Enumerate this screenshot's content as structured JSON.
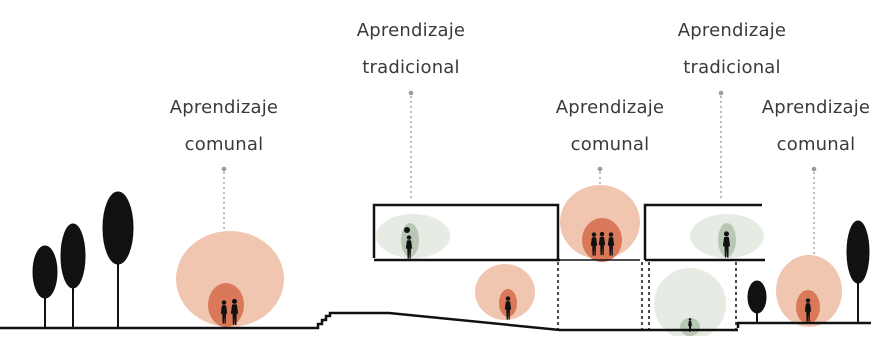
{
  "labels": [
    {
      "line1": "Aprendizaje",
      "line2": "comunal"
    },
    {
      "line1": "Aprendizaje",
      "line2": "tradicional"
    },
    {
      "line1": "Aprendizaje",
      "line2": "comunal"
    },
    {
      "line1": "Aprendizaje",
      "line2": "tradicional"
    },
    {
      "line1": "Aprendizaje",
      "line2": "comunal"
    }
  ],
  "colors": {
    "communal_outer": "#f1c6b1",
    "communal_inner": "#d9795a",
    "traditional_outer": "#e6ece3",
    "traditional_inner": "#b9c8b5",
    "ink": "#111111",
    "leader": "#9a9a9a"
  }
}
